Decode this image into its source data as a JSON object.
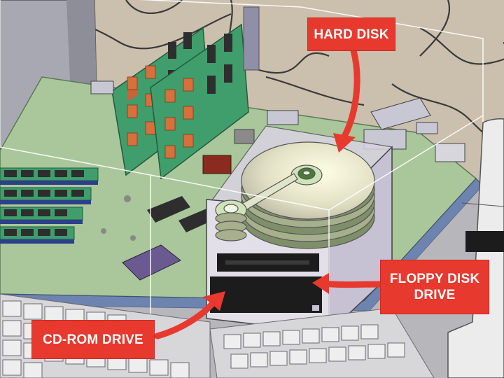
{
  "labels": {
    "hard_disk": "HARD DISK",
    "floppy_line1": "FLOPPY DISK",
    "floppy_line2": "DRIVE",
    "cdrom": "CD-ROM DRIVE"
  },
  "colors": {
    "callout_red": "#e8392f",
    "motherboard_green": "#a9c79a",
    "desk_tan": "#cbbfae",
    "expansion_card_green": "#3f9e6c",
    "drive_bay": "#d9d3e2",
    "platter": "#d8d6c2"
  },
  "icons": [
    "arrow-icon"
  ]
}
